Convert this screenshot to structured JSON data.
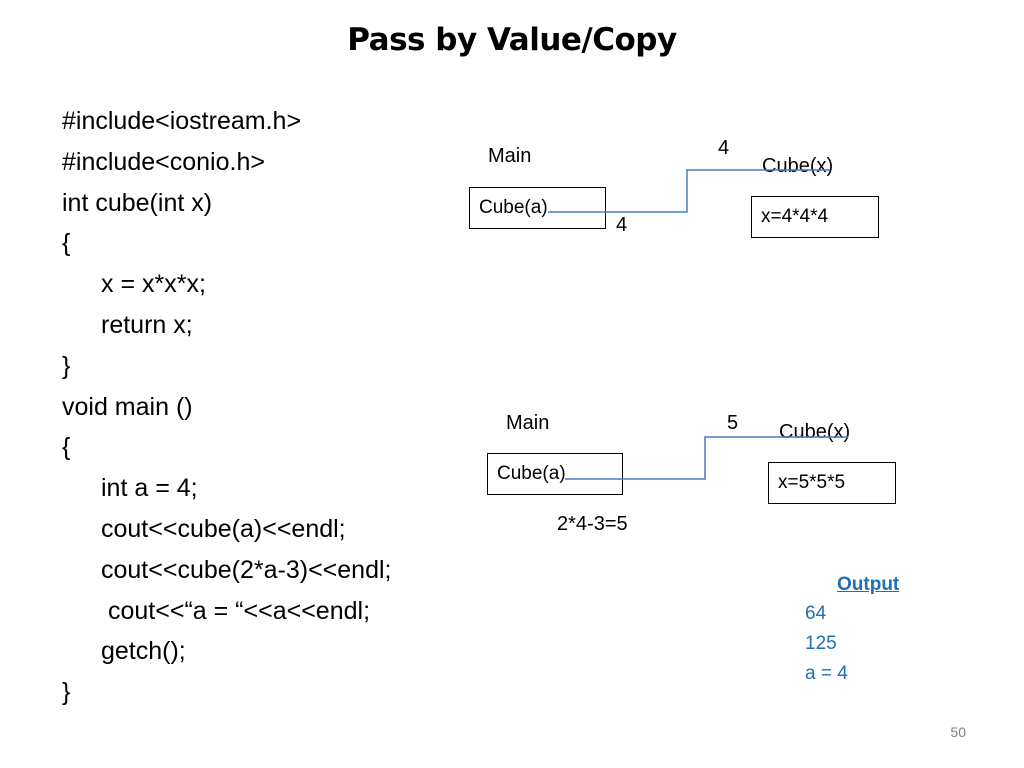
{
  "slide": {
    "title": "Pass by Value/Copy",
    "page_number": "50"
  },
  "code": [
    "#include<iostream.h>",
    "#include<conio.h>",
    "int cube(int x)",
    "{",
    "x = x*x*x;",
    "return x;",
    "}",
    "void main ()",
    "{",
    "int a = 4;",
    "cout<<cube(a)<<endl;",
    "cout<<cube(2*a-3)<<endl;",
    "cout<<“a = “<<a<<endl;",
    "getch();",
    "}"
  ],
  "diagram1": {
    "main_label": "Main",
    "caller_box": "Cube(a)",
    "arg_value_top": "4",
    "arg_value_bottom": "4",
    "callee_label": "Cube(x)",
    "callee_box": "x=4*4*4"
  },
  "diagram2": {
    "main_label": "Main",
    "caller_box": "Cube(a)",
    "arg_value_top": "5",
    "expression": "2*4-3=5",
    "callee_label": "Cube(x)",
    "callee_box": "x=5*5*5"
  },
  "output": {
    "title": "Output",
    "lines": [
      "64",
      "125",
      "a = 4"
    ],
    "color": "#1f6fb5"
  }
}
